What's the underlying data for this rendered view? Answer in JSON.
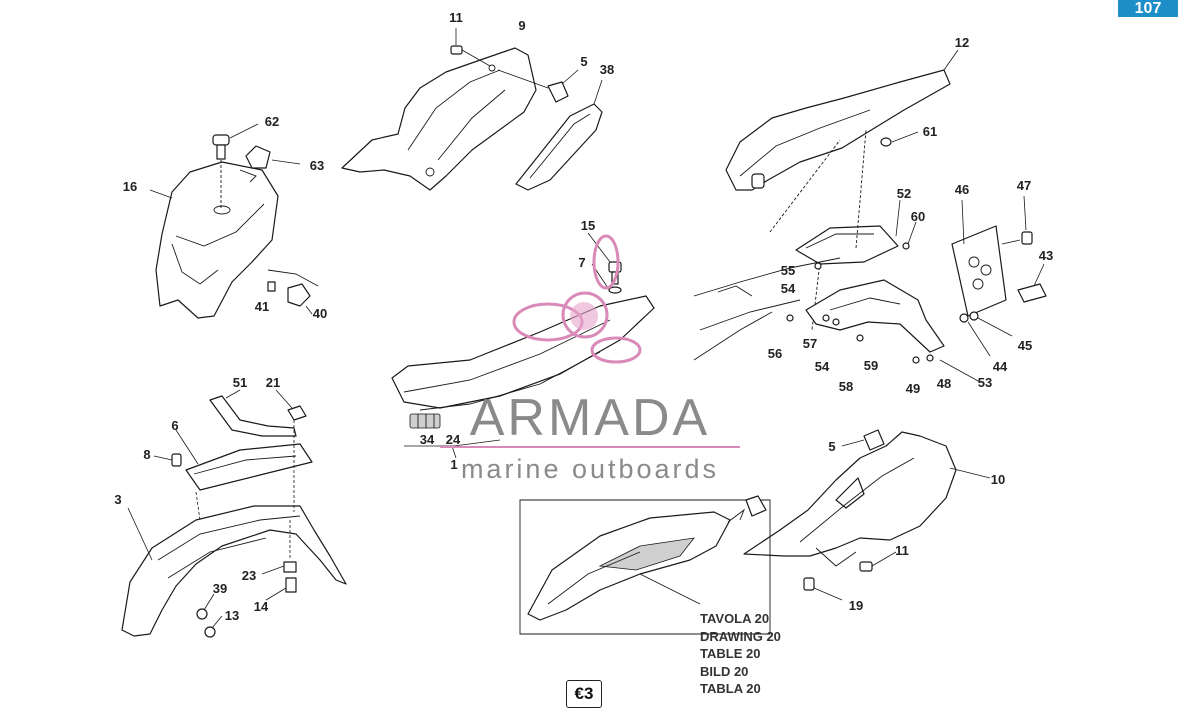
{
  "page": {
    "corner_tab": "107",
    "euro_badge": "€3"
  },
  "brand": {
    "name": "ARMADA",
    "tagline": "marine outboards",
    "colors": {
      "accent": "#d98ab8",
      "text": "#8a8a8a",
      "tab": "#1e8ec8"
    }
  },
  "reference": {
    "lines": [
      "TAVOLA 20",
      "DRAWING 20",
      "TABLE 20",
      "BILD 20",
      "TABLA 20"
    ]
  },
  "callouts": {
    "c11a": "11",
    "c9": "9",
    "c5a": "5",
    "c38": "38",
    "c12": "12",
    "c62": "62",
    "c63": "63",
    "c16": "16",
    "c61": "61",
    "c41": "41",
    "c40": "40",
    "c15": "15",
    "c7": "7",
    "c52": "52",
    "c60": "60",
    "c46": "46",
    "c47": "47",
    "c43": "43",
    "c55": "55",
    "c54a": "54",
    "c56": "56",
    "c57": "57",
    "c54b": "54",
    "c58": "58",
    "c59": "59",
    "c49": "49",
    "c48": "48",
    "c53": "53",
    "c44": "44",
    "c45": "45",
    "c51": "51",
    "c21": "21",
    "c6": "6",
    "c8": "8",
    "c3": "3",
    "c34": "34",
    "c24": "24",
    "c1": "1",
    "c5b": "5",
    "c10": "10",
    "c23": "23",
    "c39": "39",
    "c14": "14",
    "c13": "13",
    "c11b": "11",
    "c19": "19"
  }
}
